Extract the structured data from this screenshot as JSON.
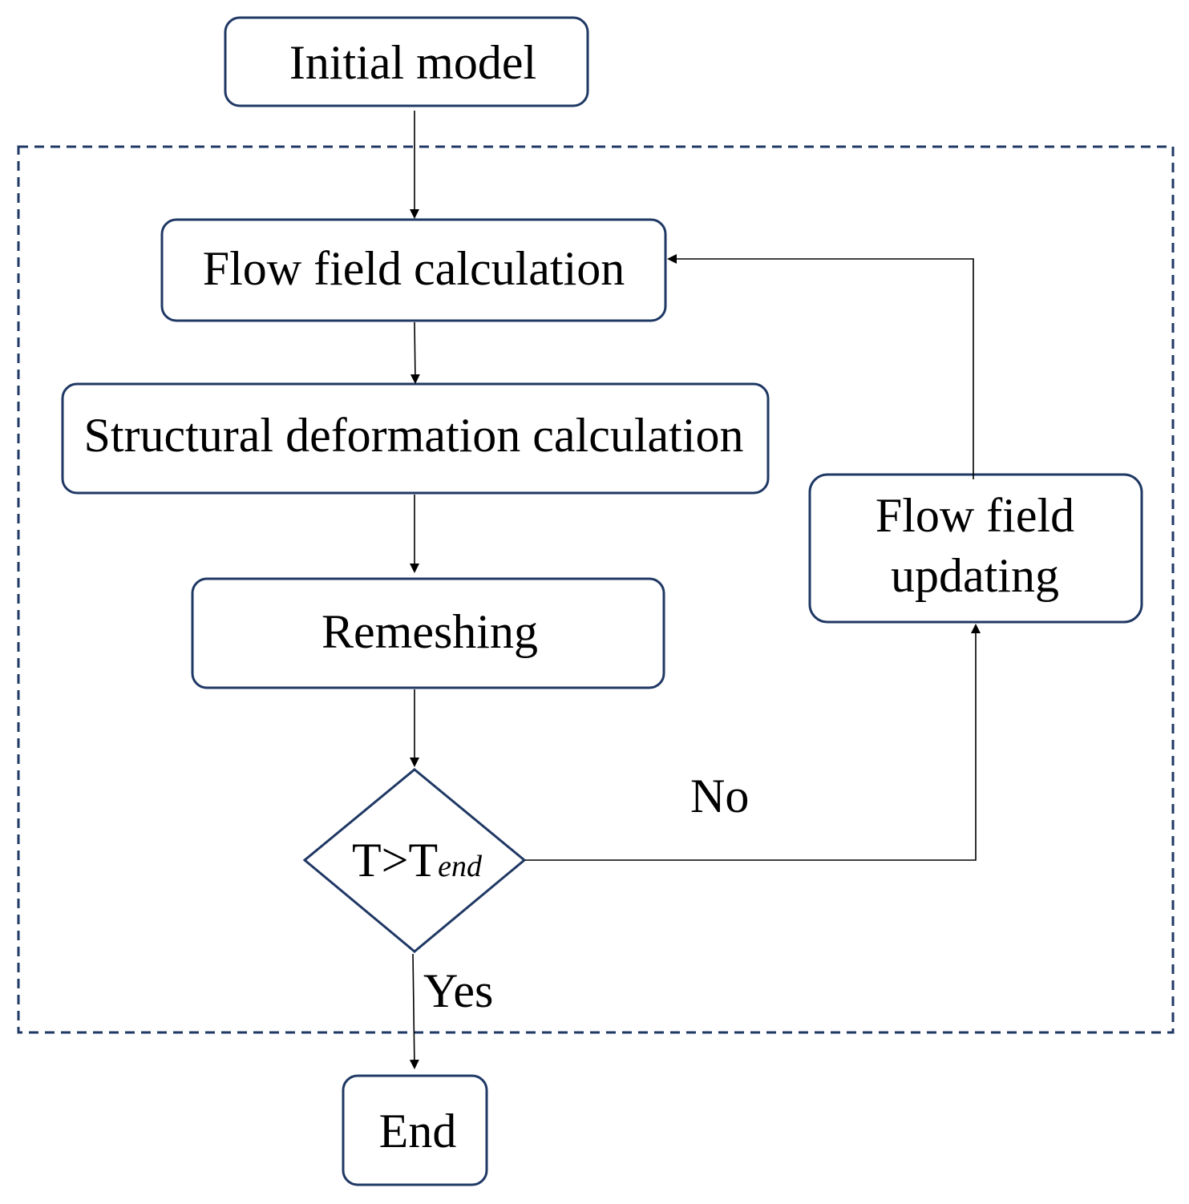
{
  "nodes": {
    "initial_model": "Initial model",
    "flow_field_calculation": "Flow field calculation",
    "structural_deformation_calculation": "Structural deformation calculation",
    "remeshing": "Remeshing",
    "decision": {
      "main": "T>T",
      "subscript": "end"
    },
    "flow_field_updating": {
      "line1": "Flow field",
      "line2": "updating"
    },
    "end": "End"
  },
  "edge_labels": {
    "no": "No",
    "yes": "Yes"
  },
  "colors": {
    "node_border": "#1f3864",
    "arrow": "#000000",
    "text": "#000000",
    "background": "#ffffff"
  }
}
